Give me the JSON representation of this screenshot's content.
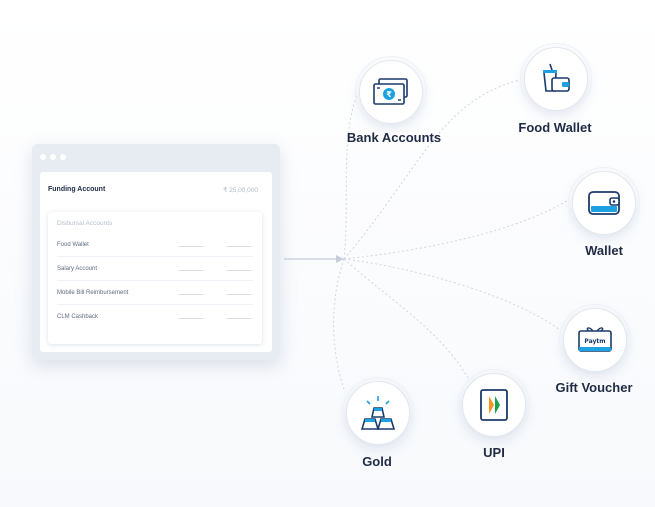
{
  "funding": {
    "title": "Funding Account",
    "amount": "₹ 25,00,000"
  },
  "disbursal": {
    "title": "Disbursal Accounts",
    "items": [
      {
        "label": "Food Wallet"
      },
      {
        "label": "Salary Account"
      },
      {
        "label": "Mobile Bill Reimbursement"
      },
      {
        "label": "CLM Cashback"
      }
    ]
  },
  "destinations": {
    "bank": {
      "label": "Bank Accounts",
      "icon": "bank-notes-rupee-icon"
    },
    "food": {
      "label": "Food Wallet",
      "icon": "food-cup-wallet-icon"
    },
    "wallet": {
      "label": "Wallet",
      "icon": "wallet-icon"
    },
    "gift": {
      "label": "Gift Voucher",
      "icon": "gift-voucher-icon",
      "brand": "Paytm"
    },
    "upi": {
      "label": "UPI",
      "icon": "upi-icon"
    },
    "gold": {
      "label": "Gold",
      "icon": "gold-bars-icon"
    }
  },
  "colors": {
    "navy": "#1b3a6b",
    "accent": "#1da1e2",
    "upi_orange": "#f7931e",
    "upi_green": "#16a34a"
  }
}
